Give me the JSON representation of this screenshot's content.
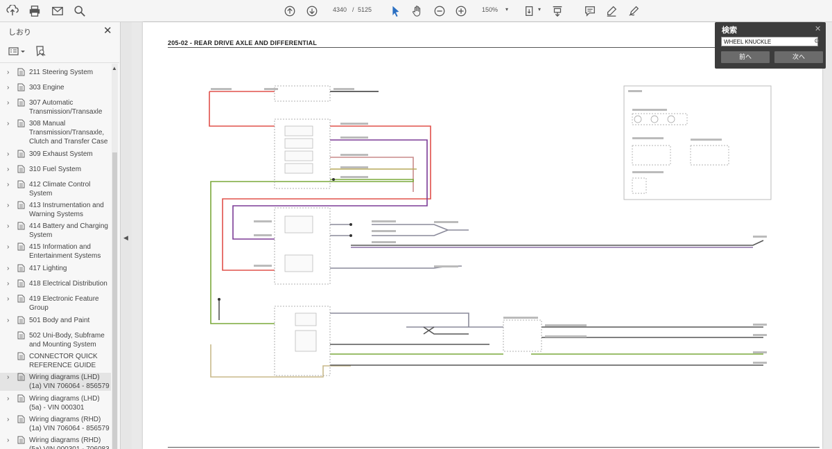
{
  "toolbar": {
    "page_current": "4340",
    "page_separator": "/",
    "page_total": "5125",
    "zoom": "150%",
    "icons": [
      "upload-icon",
      "print-icon",
      "mail-icon",
      "search-icon",
      "prev-page-icon",
      "next-page-icon",
      "select-cursor-icon",
      "hand-tool-icon",
      "zoom-out-icon",
      "zoom-in-icon",
      "fit-page-icon",
      "scroll-mode-icon",
      "comment-icon",
      "highlight-pen-icon",
      "sign-icon"
    ]
  },
  "sidebar": {
    "title": "しおり",
    "items": [
      {
        "label": "211 Steering System",
        "has_children": true
      },
      {
        "label": "303 Engine",
        "has_children": true
      },
      {
        "label": "307 Automatic Transmission/Transaxle",
        "has_children": true
      },
      {
        "label": "308 Manual Transmission/Transaxle, Clutch and Transfer Case",
        "has_children": true
      },
      {
        "label": "309 Exhaust System",
        "has_children": true
      },
      {
        "label": "310 Fuel System",
        "has_children": true
      },
      {
        "label": "412 Climate Control System",
        "has_children": true
      },
      {
        "label": "413 Instrumentation and Warning Systems",
        "has_children": true
      },
      {
        "label": "414 Battery and Charging System",
        "has_children": true
      },
      {
        "label": "415 Information and Entertainment Systems",
        "has_children": true
      },
      {
        "label": "417 Lighting",
        "has_children": true
      },
      {
        "label": "418 Electrical Distribution",
        "has_children": true
      },
      {
        "label": "419 Electronic Feature Group",
        "has_children": true
      },
      {
        "label": "501 Body and Paint",
        "has_children": true
      },
      {
        "label": "502 Uni-Body, Subframe and Mounting System",
        "has_children": false
      },
      {
        "label": "CONNECTOR QUICK REFERENCE GUIDE",
        "has_children": false
      },
      {
        "label": "Wiring diagrams (LHD) (1a) VIN 706064 - 856579",
        "has_children": true
      },
      {
        "label": "Wiring diagrams (LHD) (5a) - VIN 000301",
        "has_children": true
      },
      {
        "label": "Wiring diagrams (RHD) (1a) VIN 706064 - 856579",
        "has_children": true
      },
      {
        "label": "Wiring diagrams (RHD) (5a) VIN 000301 - 706083",
        "has_children": true
      }
    ]
  },
  "document": {
    "title": "205-02 - REAR DRIVE AXLE AND DIFFERENTIAL"
  },
  "find": {
    "title": "検索",
    "query": "WHEEL KNUCKLE",
    "prev_label": "前へ",
    "next_label": "次へ"
  },
  "colors": {
    "wire_red": "#e0504a",
    "wire_purple": "#7b3a96",
    "wire_green": "#7aa83a",
    "wire_olive": "#b7a85a",
    "wire_grey": "#8a8a9a",
    "wire_pink": "#c98a8a",
    "wire_dark": "#333333"
  }
}
